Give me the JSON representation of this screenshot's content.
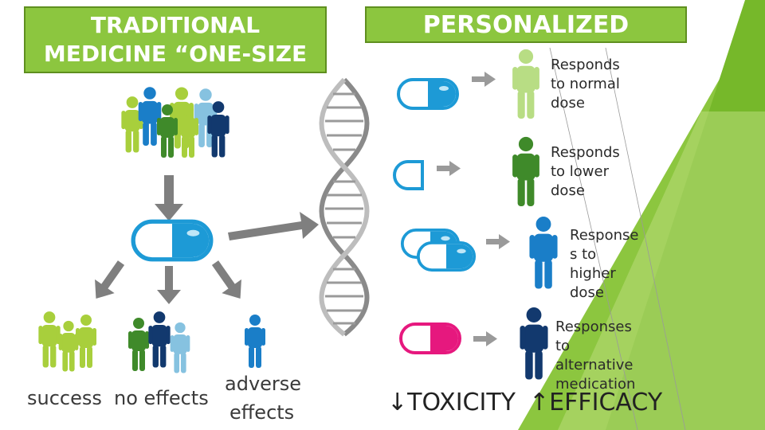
{
  "colors": {
    "title_bg": "#8cc63f",
    "green_bg": "#8cc63f",
    "pill_blue": "#1d9ad6",
    "pill_pink": "#e6187e",
    "arrow_gray": "#7f7f7f",
    "light_green": "#a8d46f",
    "dark_green": "#3f8a2a",
    "blue_person": "#1a7ec8",
    "navy_person": "#12396e"
  },
  "left": {
    "title_line1": "TRADITIONAL",
    "title_line2": "MEDICINE “ONE-SIZE",
    "outcomes": {
      "success": "success",
      "no_effects": "no effects",
      "adverse_line1": "adverse",
      "adverse_line2": "effects"
    }
  },
  "right": {
    "title": "PERSONALIZED",
    "rows": [
      {
        "label": "Responds\nto normal\ndose"
      },
      {
        "label": "Responds\nto lower\ndose"
      },
      {
        "label": "Response\ns to\nhigher\ndose"
      },
      {
        "label": "Responses\nto\nalternative\nmedication"
      }
    ],
    "footer": {
      "toxicity": "↓TOXICITY",
      "efficacy": "↑EFFICACY"
    }
  },
  "icons": [
    "person-icon",
    "pill-icon",
    "arrow-icon",
    "dna-icon"
  ]
}
